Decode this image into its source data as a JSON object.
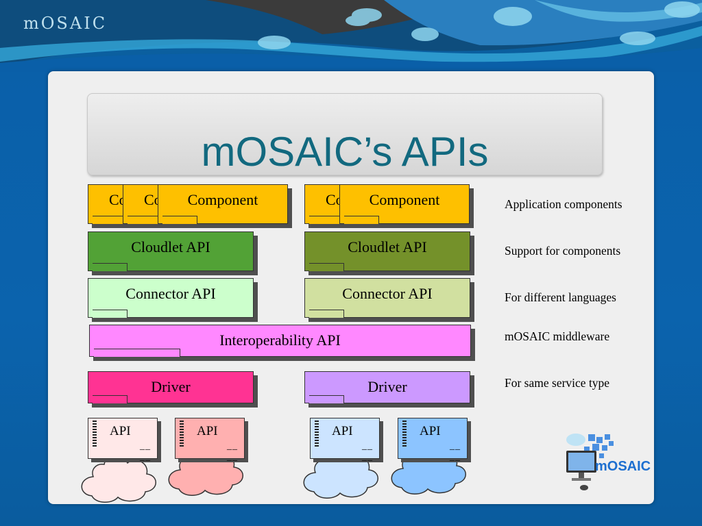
{
  "header": {
    "brand": "mOSAIC"
  },
  "slide": {
    "title": "mOSAIC’s APIs"
  },
  "stack_left": {
    "components": [
      "Component",
      "Component",
      "Component"
    ],
    "cloudlet": "Cloudlet API",
    "connector": "Connector API"
  },
  "stack_right": {
    "components": [
      "Component",
      "Component"
    ],
    "cloudlet": "Cloudlet API",
    "connector": "Connector API"
  },
  "interop": "Interoperability API",
  "drivers": [
    "Driver",
    "Driver"
  ],
  "apis": [
    "API",
    "API",
    "API",
    "API"
  ],
  "api_dash": "__ __",
  "row_labels": [
    "Application components",
    "Support for components",
    "For different languages",
    "mOSAIC middleware",
    "For same service type"
  ],
  "logo": {
    "text": "mOSAIC"
  },
  "colors": {
    "component": "#fec000",
    "cloudlet_left": "#52a236",
    "cloudlet_right": "#74912a",
    "connector_left": "#ccffcc",
    "connector_right": "#d1e0a0",
    "interop": "#ff88ff",
    "driver_left": "#ff3393",
    "driver_right": "#cc99ff",
    "api_cards": [
      "#ffe8e8",
      "#ffb0b0",
      "#cce4ff",
      "#8cc4ff"
    ],
    "title_text": "#12697f"
  }
}
